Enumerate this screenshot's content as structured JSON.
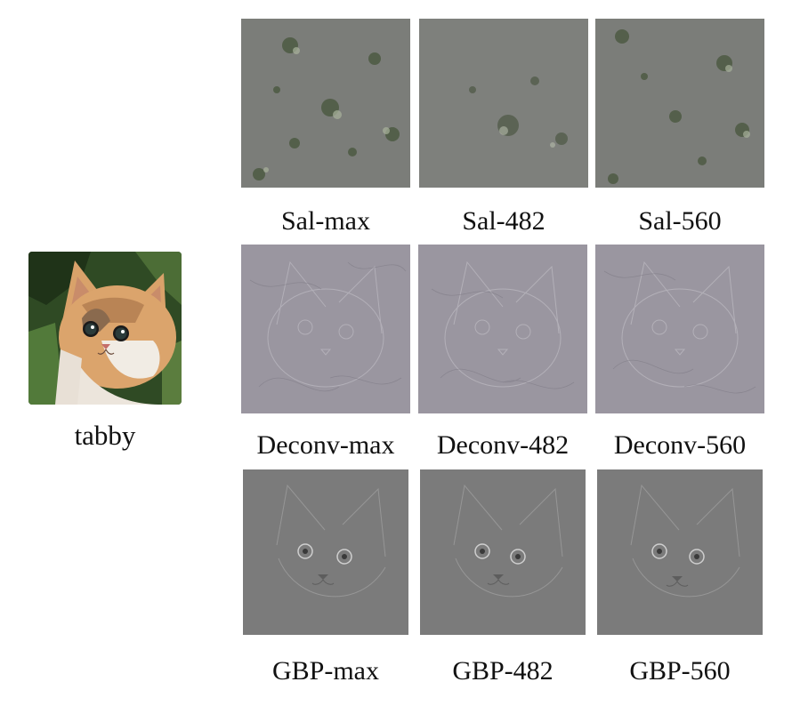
{
  "input": {
    "label": "tabby"
  },
  "rows": [
    {
      "method": "Sal",
      "cells": [
        {
          "label": "Sal-max"
        },
        {
          "label": "Sal-482"
        },
        {
          "label": "Sal-560"
        }
      ]
    },
    {
      "method": "Deconv",
      "cells": [
        {
          "label": "Deconv-max"
        },
        {
          "label": "Deconv-482"
        },
        {
          "label": "Deconv-560"
        }
      ]
    },
    {
      "method": "GBP",
      "cells": [
        {
          "label": "GBP-max"
        },
        {
          "label": "GBP-482"
        },
        {
          "label": "GBP-560"
        }
      ]
    }
  ],
  "colors": {
    "saliency_bg": "#7b7d79",
    "deconv_bg": "#9a96a0",
    "gbp_bg": "#7b7b7b",
    "fur": "#d9a26a",
    "background_green": "#3d5a2e"
  }
}
